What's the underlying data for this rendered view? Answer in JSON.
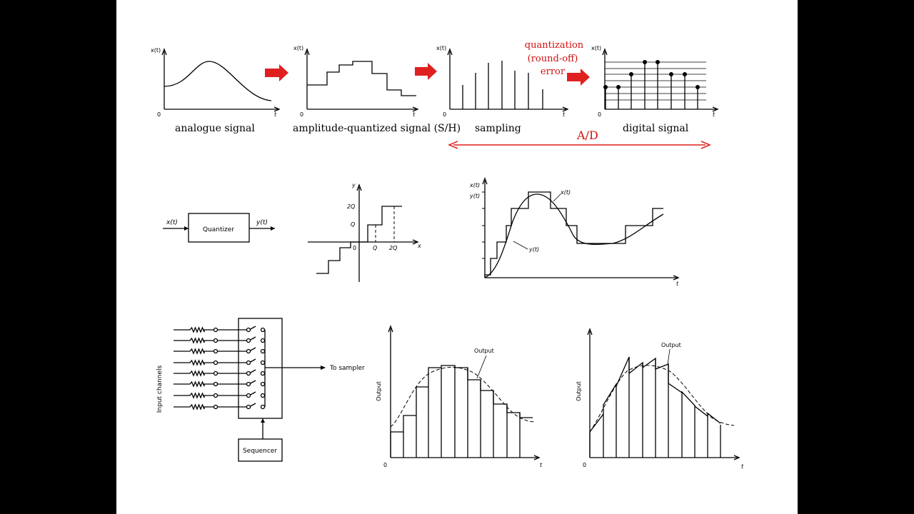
{
  "row1": {
    "analog": {
      "ylabel": "x(t)",
      "origin": "0",
      "xlabel": "t",
      "caption": "analogue signal"
    },
    "quantized": {
      "ylabel": "x(t)",
      "origin": "0",
      "xlabel": "t",
      "caption": "amplitude-quantized signal (S/H)"
    },
    "sampling": {
      "ylabel": "x(t)",
      "origin": "0",
      "xlabel": "t",
      "caption": "sampling"
    },
    "digital": {
      "ylabel": "x(t)",
      "origin": "0",
      "xlabel": "t",
      "caption": "digital signal"
    },
    "annotation": {
      "line1": "quantization",
      "line2": "(round-off)",
      "line3": "error"
    },
    "ad_label": "A/D",
    "colors": {
      "arrow": "#e02020",
      "annotation": "#d01010"
    }
  },
  "row2": {
    "block": {
      "input": "x(t)",
      "box": "Quantizer",
      "output": "y(t)"
    },
    "staircase": {
      "y_axis": "y",
      "x_axis": "x",
      "tick_2q_y": "2Q",
      "tick_q_y": "Q",
      "origin": "0",
      "tick_q_x": "Q",
      "tick_2q_x": "2Q"
    },
    "approx": {
      "ylabel1": "x(t)",
      "ylabel2": "y(t)",
      "xlabel": "t",
      "curve_x": "x(t)",
      "curve_y": "y(t)"
    }
  },
  "row3": {
    "mux": {
      "input_label": "Input channels",
      "output_label": "To sampler",
      "sequencer": "Sequencer"
    },
    "zoh": {
      "ylabel": "Output",
      "xlabel": "t",
      "origin": "0",
      "curve": "Output"
    },
    "foh": {
      "ylabel": "Output",
      "xlabel": "t",
      "origin": "0",
      "curve": "Output"
    }
  }
}
